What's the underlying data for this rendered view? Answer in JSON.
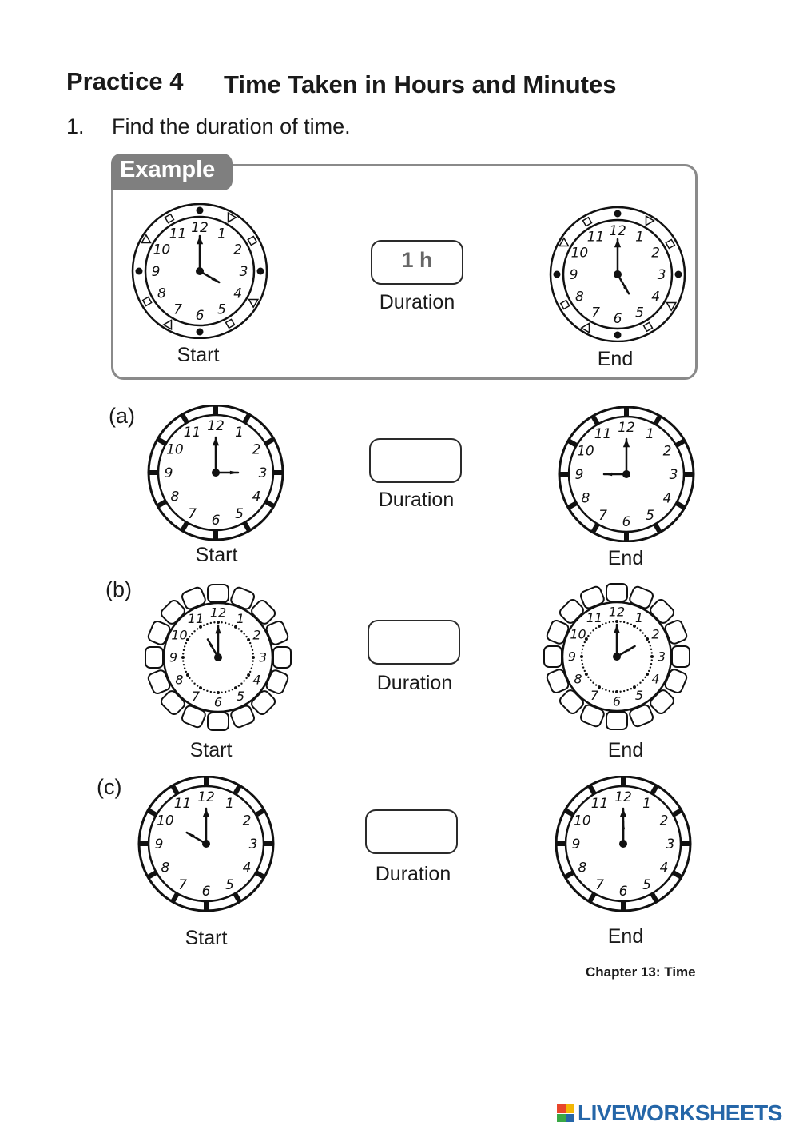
{
  "header": {
    "practice": "Practice 4",
    "title": "Time Taken in Hours and Minutes"
  },
  "question": {
    "number": "1.",
    "text": "Find the duration of time."
  },
  "example": {
    "tag": "Example",
    "start_label": "Start",
    "end_label": "End",
    "duration_label": "Duration",
    "answer": "1 h",
    "start_time": {
      "hour": 4,
      "minute": 0
    },
    "end_time": {
      "hour": 5,
      "minute": 0
    }
  },
  "exercises": [
    {
      "letter": "(a)",
      "start_label": "Start",
      "end_label": "End",
      "duration_label": "Duration",
      "start_time": {
        "hour": 3,
        "minute": 0
      },
      "end_time": {
        "hour": 9,
        "minute": 0
      },
      "style": "ticks"
    },
    {
      "letter": "(b)",
      "start_label": "Start",
      "end_label": "End",
      "duration_label": "Duration",
      "start_time": {
        "hour": 11,
        "minute": 0
      },
      "end_time": {
        "hour": 2,
        "minute": 0
      },
      "style": "flower"
    },
    {
      "letter": "(c)",
      "start_label": "Start",
      "end_label": "End",
      "duration_label": "Duration",
      "start_time": {
        "hour": 10,
        "minute": 0
      },
      "end_time": {
        "hour": 12,
        "minute": 0
      },
      "style": "ticks"
    }
  ],
  "footer": {
    "chapter": "Chapter 13: Time",
    "brand": "LIVEWORKSHEETS",
    "brand_colors": [
      "#e8462b",
      "#f2b705",
      "#3aa845",
      "#2566a8"
    ]
  }
}
